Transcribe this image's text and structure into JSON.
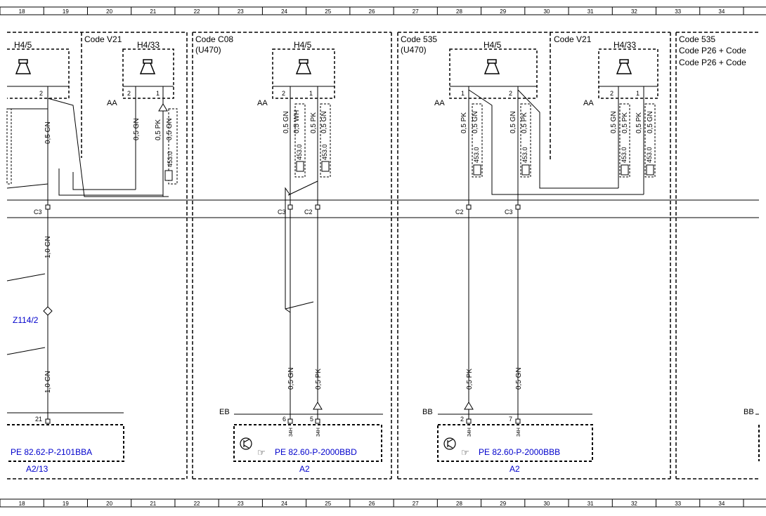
{
  "ruler": {
    "columns": [
      "18",
      "19",
      "20",
      "21",
      "22",
      "23",
      "24",
      "25",
      "26",
      "27",
      "28",
      "29",
      "30",
      "31",
      "32",
      "33",
      "34"
    ]
  },
  "sections": {
    "s1": {
      "code": "Code V21",
      "speaker_left": "H4/5",
      "speaker_right": "H4/33",
      "pins": [
        "2",
        "2",
        "1"
      ],
      "aa": "AA",
      "wires": [
        "0,5 GN",
        "0,5 GN",
        "0,5 PK",
        "0,5 GN"
      ],
      "cable": "453.0",
      "connector": "C3",
      "wire_mid": "1,0 GN",
      "splice": "Z114/2",
      "wire_low": "1,0 GN",
      "pin_low": "21",
      "ref": "PE 82.62-P-2101BBA",
      "unit": "A2/13"
    },
    "s2": {
      "code": "Code C08",
      "sub": "(U470)",
      "speaker": "H4/5",
      "pins": [
        "2",
        "1"
      ],
      "aa": "AA",
      "wires": [
        "0,5 GN",
        "0,5 WH",
        "0,5 PK",
        "0,5 GN"
      ],
      "cable": "453.0",
      "connectors": [
        "C3",
        "C2"
      ],
      "wires_low": [
        "0,5 GN",
        "0,5 PK"
      ],
      "label": "EB",
      "pins_low": [
        "6",
        "5"
      ],
      "pin_code": "34H",
      "ref": "PE 82.60-P-2000BBD",
      "unit": "A2"
    },
    "s3": {
      "code": "Code 535",
      "sub": "(U470)",
      "speaker": "H4/5",
      "pins": [
        "1",
        "2"
      ],
      "aa": "AA",
      "wires": [
        "0,5 PK",
        "0,5 GN",
        "0,5 GN",
        "0,5 PK"
      ],
      "cable": "453.0",
      "connectors": [
        "C2",
        "C3"
      ],
      "wires_low": [
        "0,5 PK",
        "0,5 GN"
      ],
      "label": "BB",
      "pins_low": [
        "2",
        "7"
      ],
      "pin_code": "34H",
      "ref": "PE 82.60-P-2000BBB",
      "unit": "A2"
    },
    "s4": {
      "code": "Code V21",
      "speaker": "H4/33",
      "pins": [
        "2",
        "1"
      ],
      "aa": "AA",
      "wires": [
        "0,5 GN",
        "0,5 PK",
        "0,5 PK",
        "0,5 GN"
      ],
      "cable": "453.0"
    },
    "s5": {
      "lines": [
        "Code 535",
        "Code P26  + Code",
        "Code P26  + Code"
      ],
      "label": "BB"
    }
  }
}
